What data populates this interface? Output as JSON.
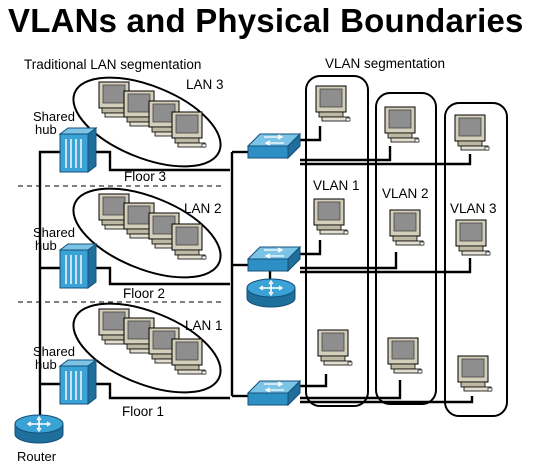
{
  "title": "VLANs and Physical Boundaries",
  "sections": {
    "traditional": "Traditional LAN segmentation",
    "vlan": "VLAN segmentation"
  },
  "lans": [
    "LAN 3",
    "LAN 2",
    "LAN 1"
  ],
  "hub_label": "Shared hub",
  "floors": [
    "Floor 3",
    "Floor 2",
    "Floor 1"
  ],
  "vlans": [
    "VLAN 1",
    "VLAN 2",
    "VLAN 3"
  ],
  "router_label": "Router",
  "colors": {
    "switch": "#2e8fc4",
    "hub": "#3aa2d4",
    "router": "#2e8fc4",
    "monitor_body": "#cfcab4",
    "monitor_screen": "#8c8c8c"
  },
  "icons": [
    "workstation-icon",
    "shared-hub-icon",
    "switch-icon",
    "router-icon"
  ]
}
